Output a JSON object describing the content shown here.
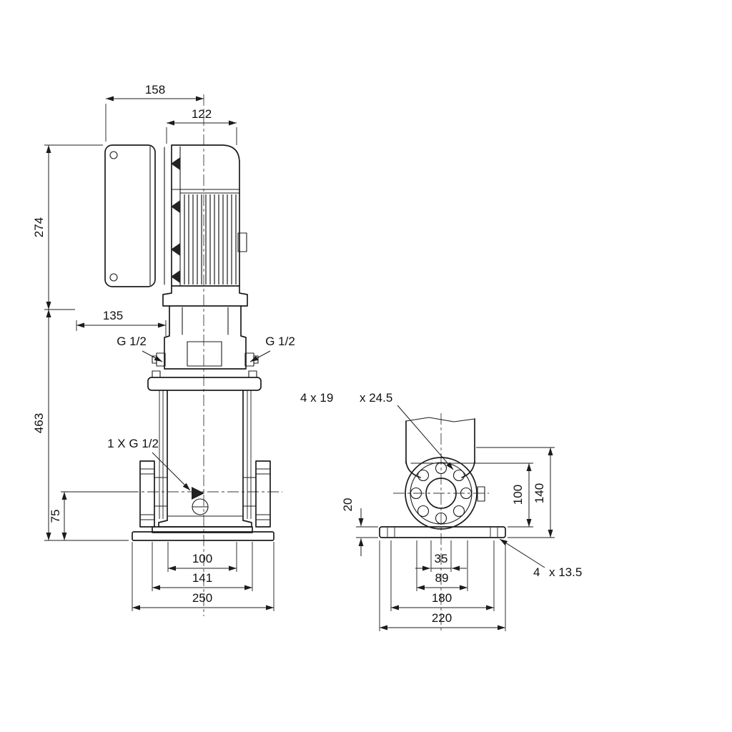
{
  "front_view": {
    "dims": {
      "control_box_width": "158",
      "motor_width": "122",
      "motor_height": "274",
      "head_width": "135",
      "pump_height": "463",
      "port_center_height": "75",
      "port_span": "100",
      "foot_width": "141",
      "base_width": "250"
    },
    "labels": {
      "gauge_port_left": "G 1/2",
      "gauge_port_right": "G 1/2",
      "drain_port": "1 X G 1/2"
    }
  },
  "side_view": {
    "dims": {
      "center_height": "100",
      "flange_height": "140",
      "base_thickness": "20",
      "port_width": "35",
      "flange_width": "89",
      "hole_spacing": "180",
      "base_depth": "220"
    },
    "labels": {
      "flange_holes": "4 x 19",
      "flange_holes_depth": "x 24.5",
      "base_holes_count": "4",
      "base_holes_size": "x 13.5"
    }
  }
}
